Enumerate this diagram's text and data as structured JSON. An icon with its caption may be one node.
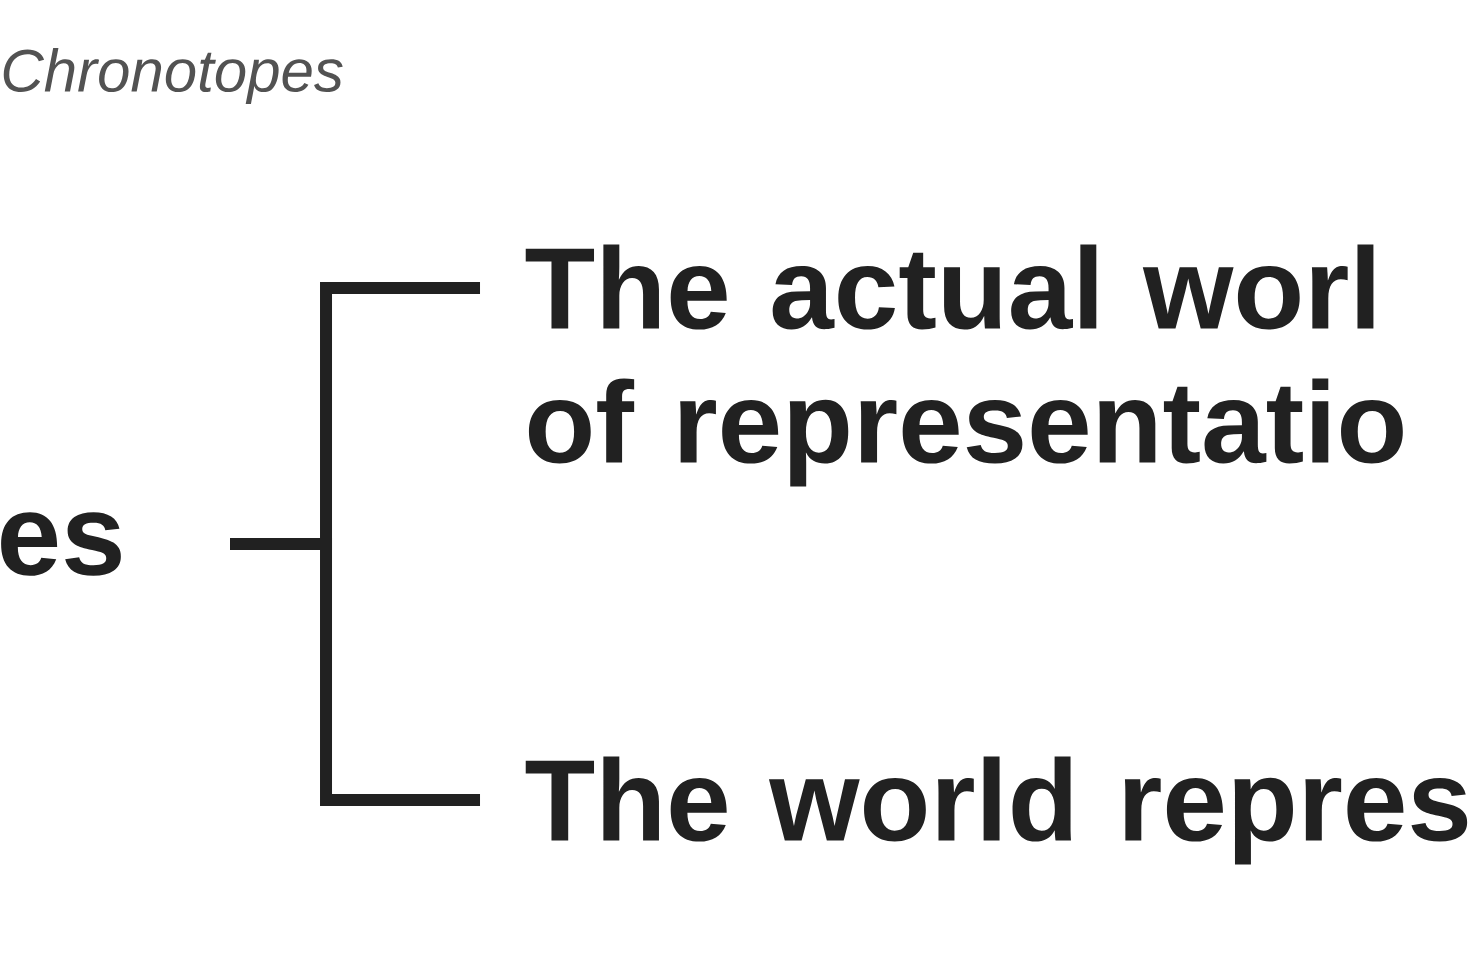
{
  "diagram": {
    "title": "Chronotopes",
    "nodes": [
      {
        "text": [
          "es"
        ]
      },
      {
        "text": [
          "The actual worl of representatio"
        ]
      },
      {
        "text": [
          "The world repres"
        ]
      }
    ],
    "edges": [
      {
        "from": 0,
        "to": 1,
        "arrow": "none"
      },
      {
        "from": 0,
        "to": 2,
        "arrow": "none"
      }
    ]
  }
}
